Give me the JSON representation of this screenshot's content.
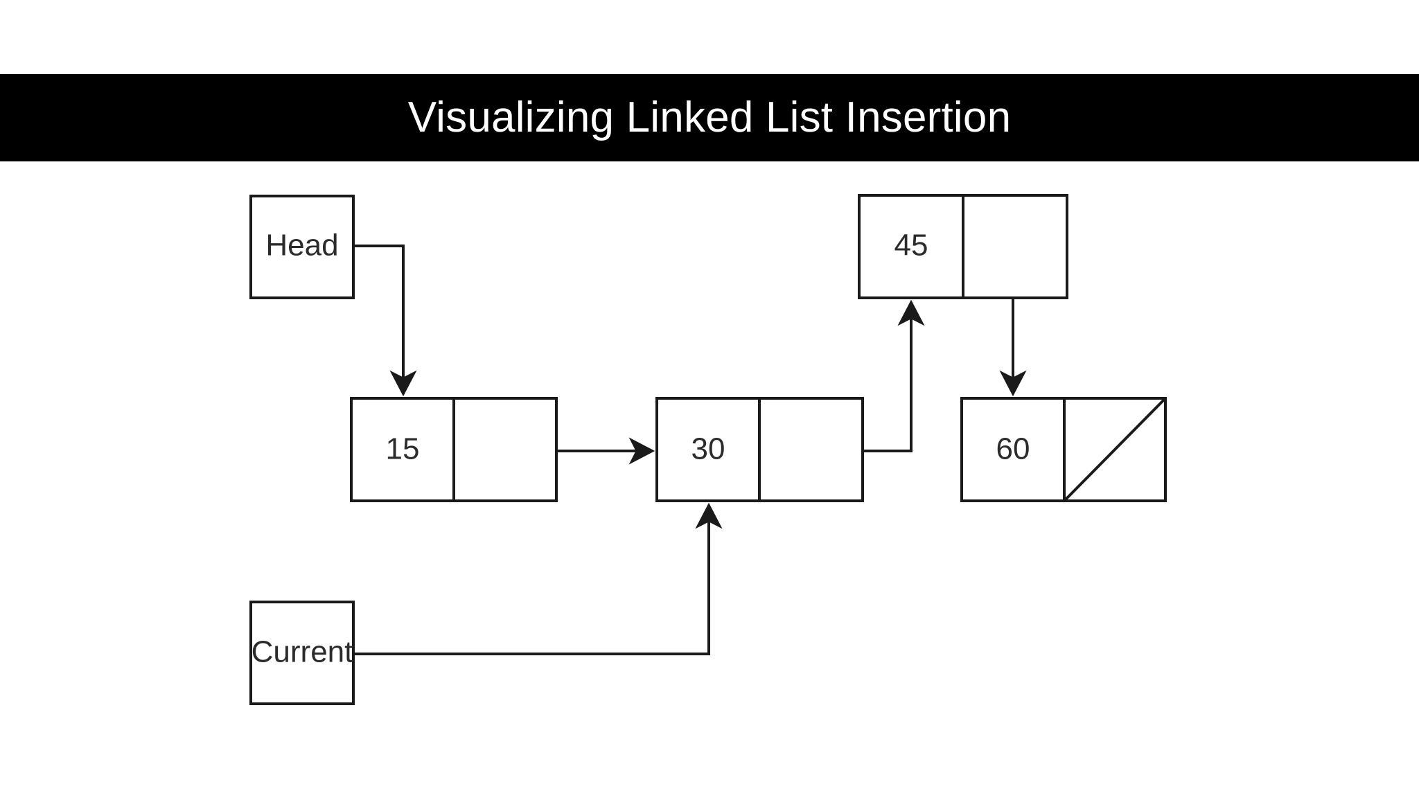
{
  "page": {
    "background_color": "#ffffff",
    "ink_color": "#1a1a1a",
    "text_color": "#2b2b2b"
  },
  "header": {
    "title": "Visualizing Linked List Insertion",
    "background_color": "#000000",
    "text_color": "#ffffff"
  },
  "diagram": {
    "type": "linked-list-insertion",
    "pointers": [
      {
        "id": "head",
        "label": "Head",
        "points_to": "node-15"
      },
      {
        "id": "current",
        "label": "Current",
        "points_to": "node-30"
      }
    ],
    "nodes": [
      {
        "id": "node-15",
        "value": "15",
        "next": "node-30",
        "next_is_null": false
      },
      {
        "id": "node-30",
        "value": "30",
        "next": "node-45",
        "next_is_null": false
      },
      {
        "id": "node-45",
        "value": "45",
        "next": "node-60",
        "next_is_null": false
      },
      {
        "id": "node-60",
        "value": "60",
        "next": null,
        "next_is_null": true
      }
    ],
    "links": [
      {
        "id": "head-to-15",
        "from": "head",
        "to": "node-15",
        "shape": "elbow-down"
      },
      {
        "id": "15-to-30",
        "from": "node-15",
        "to": "node-30",
        "shape": "straight-right"
      },
      {
        "id": "30-to-45",
        "from": "node-30",
        "to": "node-45",
        "shape": "elbow-up"
      },
      {
        "id": "45-to-60",
        "from": "node-45",
        "to": "node-60",
        "shape": "straight-down"
      },
      {
        "id": "current-to-30",
        "from": "current",
        "to": "node-30",
        "shape": "elbow-up"
      }
    ],
    "null_marker": "diagonal-slash"
  }
}
